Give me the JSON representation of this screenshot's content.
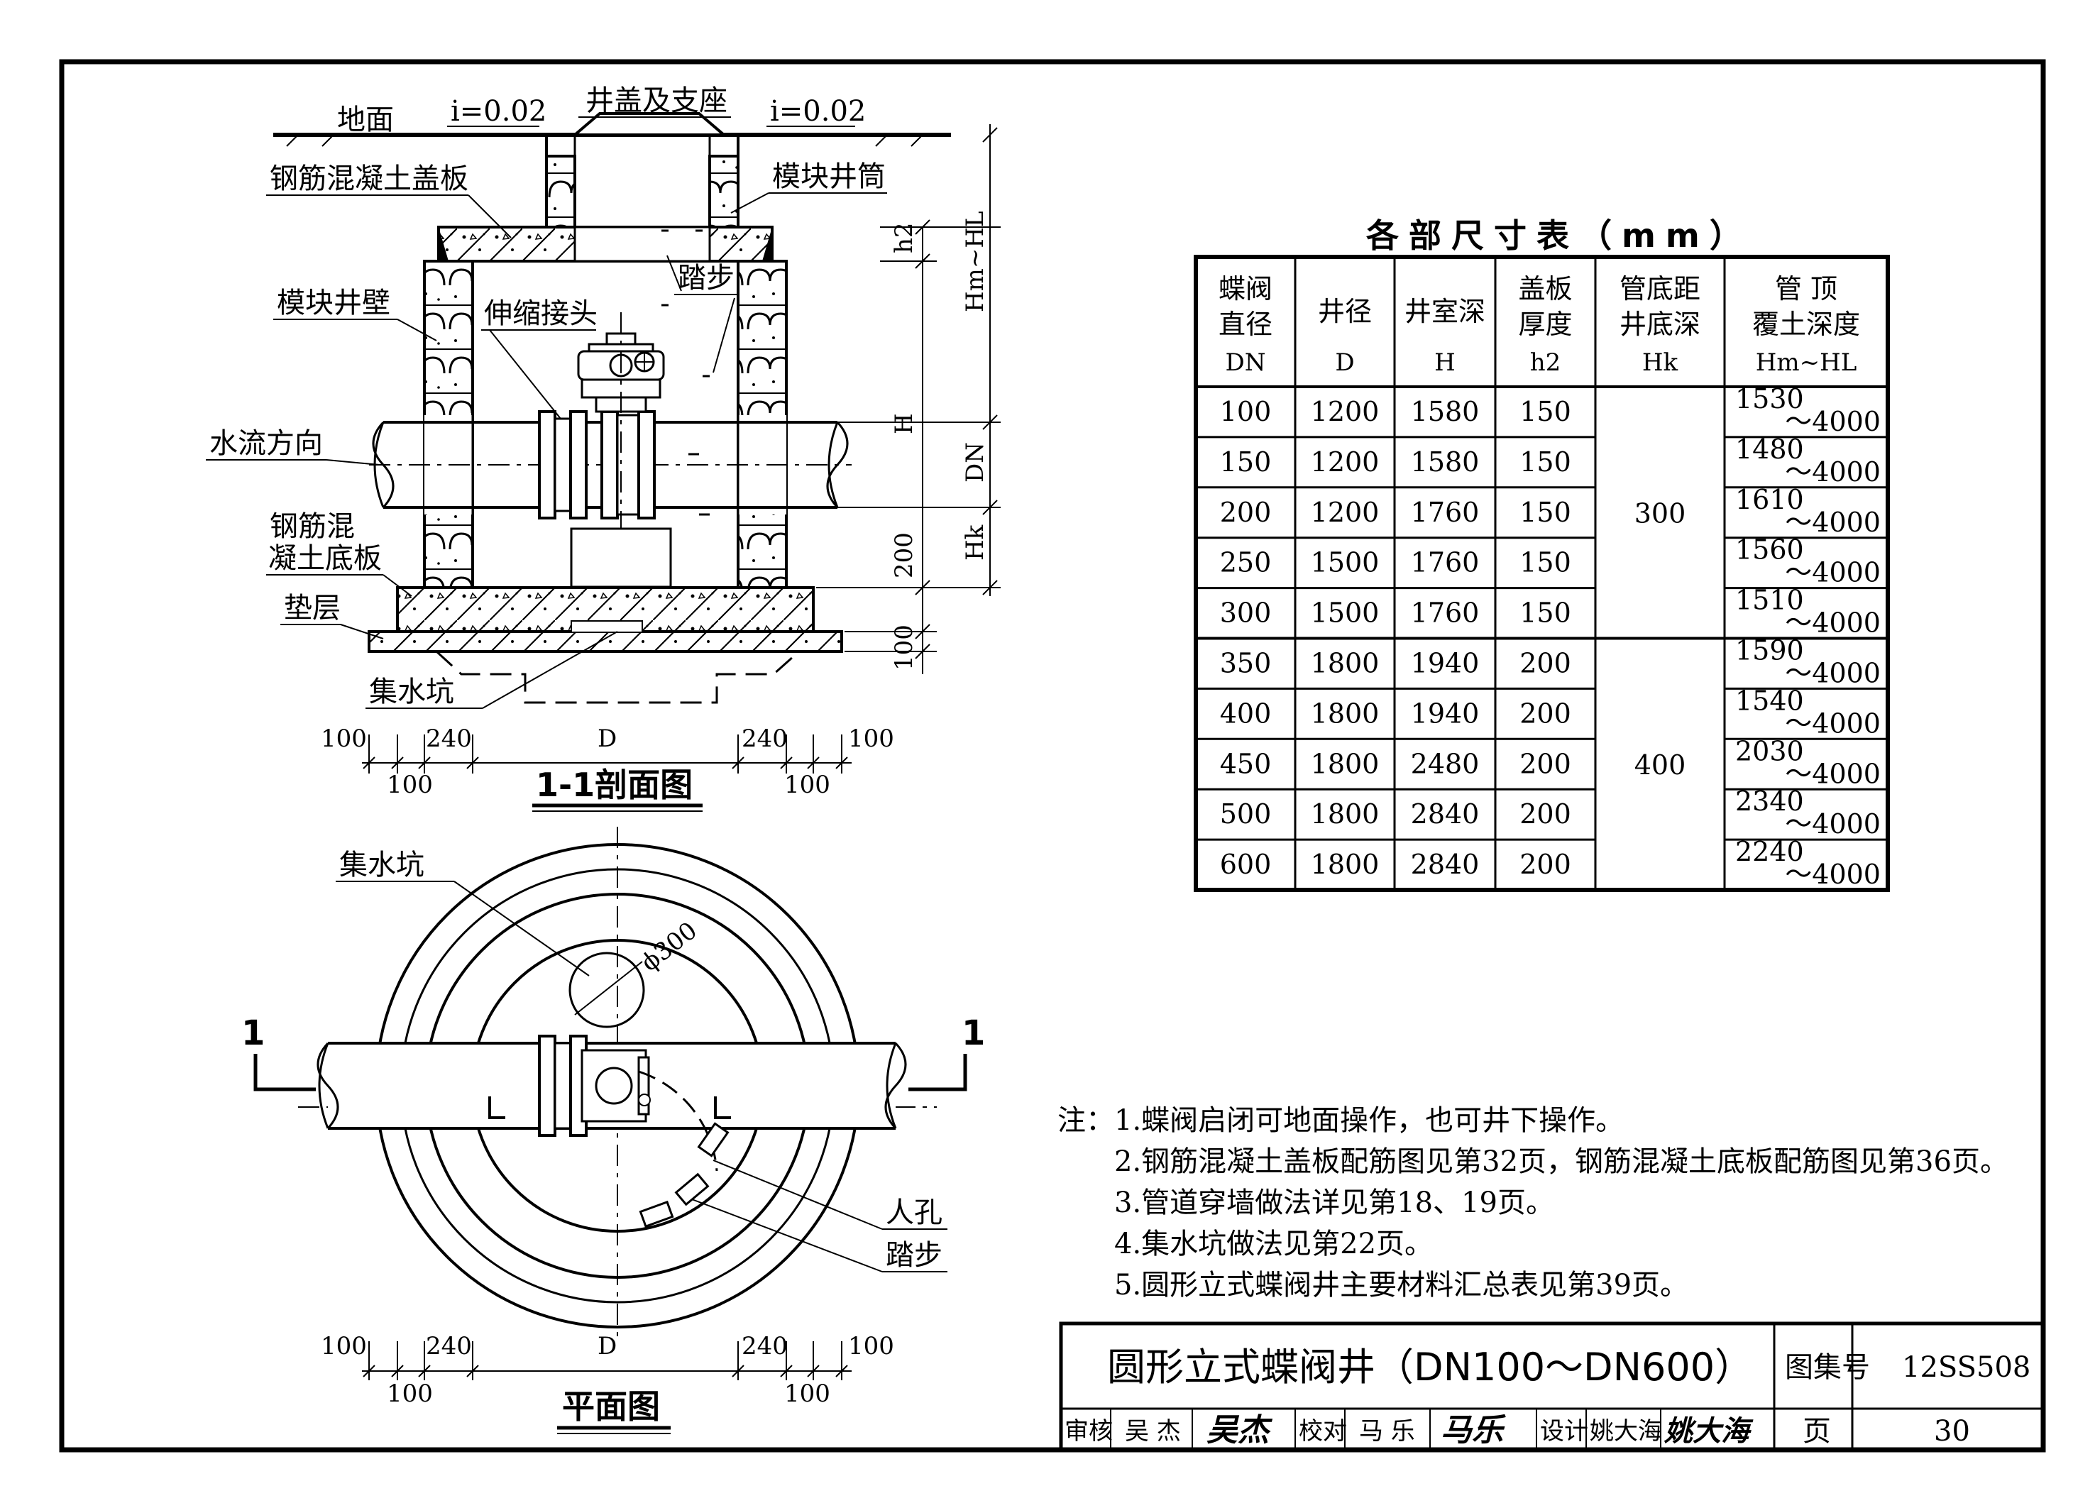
{
  "section": {
    "title": "1-1剖面图",
    "labels": {
      "ground": "地面",
      "slope_left": "i=0.02",
      "slope_right": "i=0.02",
      "cover_seat": "井盖及支座",
      "rc_cover": "钢筋混凝土盖板",
      "block_shaft": "模块井筒",
      "block_wall": "模块井壁",
      "expansion_joint": "伸缩接头",
      "step": "踏步",
      "flow_dir": "水流方向",
      "rc_base_1": "钢筋混",
      "rc_base_2": "凝土底板",
      "cushion": "垫层",
      "sump": "集水坑"
    },
    "vdims": {
      "h2": "h2",
      "hm_hl": "Hm~HL",
      "h": "H",
      "dn": "DN",
      "hk": "Hk",
      "d200": "200",
      "d100": "100"
    },
    "hdims": {
      "top": [
        "100",
        "240",
        "D",
        "240",
        "100"
      ],
      "bottom_left": "100",
      "bottom_right": "100"
    }
  },
  "plan": {
    "title": "平面图",
    "labels": {
      "sump": "集水坑",
      "phi": "ϕ300",
      "cut_left": "1",
      "cut_right": "1",
      "manhole": "人孔",
      "step": "踏步"
    },
    "hdims": {
      "top": [
        "100",
        "240",
        "D",
        "240",
        "100"
      ],
      "bottom_left": "100",
      "bottom_right": "100"
    }
  },
  "table": {
    "title": "各部尺寸表（mm）",
    "headers": [
      {
        "l1": "蝶阀",
        "l2": "直径",
        "l3": "DN"
      },
      {
        "l1": "",
        "l2": "井径",
        "l3": "D"
      },
      {
        "l1": "",
        "l2": "井室深",
        "l3": "H"
      },
      {
        "l1": "盖板",
        "l2": "厚度",
        "l3": "h2"
      },
      {
        "l1": "管底距",
        "l2": "井底深",
        "l3": "Hk"
      },
      {
        "l1": "管 顶",
        "l2": "覆土深度",
        "l3": "Hm~HL"
      }
    ],
    "rows": [
      {
        "dn": "100",
        "d": "1200",
        "h": "1580",
        "h2": "150",
        "c1": "1530",
        "c2": "～4000"
      },
      {
        "dn": "150",
        "d": "1200",
        "h": "1580",
        "h2": "150",
        "c1": "1480",
        "c2": "～4000"
      },
      {
        "dn": "200",
        "d": "1200",
        "h": "1760",
        "h2": "150",
        "c1": "1610",
        "c2": "～4000"
      },
      {
        "dn": "250",
        "d": "1500",
        "h": "1760",
        "h2": "150",
        "c1": "1560",
        "c2": "～4000"
      },
      {
        "dn": "300",
        "d": "1500",
        "h": "1760",
        "h2": "150",
        "c1": "1510",
        "c2": "～4000"
      },
      {
        "dn": "350",
        "d": "1800",
        "h": "1940",
        "h2": "200",
        "c1": "1590",
        "c2": "～4000"
      },
      {
        "dn": "400",
        "d": "1800",
        "h": "1940",
        "h2": "200",
        "c1": "1540",
        "c2": "～4000"
      },
      {
        "dn": "450",
        "d": "1800",
        "h": "2480",
        "h2": "200",
        "c1": "2030",
        "c2": "～4000"
      },
      {
        "dn": "500",
        "d": "1800",
        "h": "2840",
        "h2": "200",
        "c1": "2340",
        "c2": "～4000"
      },
      {
        "dn": "600",
        "d": "1800",
        "h": "2840",
        "h2": "200",
        "c1": "2240",
        "c2": "～4000"
      }
    ],
    "hk_groups": [
      "300",
      "400"
    ]
  },
  "notes": [
    "注：1.蝶阀启闭可地面操作，也可井下操作。",
    "2.钢筋混凝土盖板配筋图见第32页，钢筋混凝土底板配筋图见第36页。",
    "3.管道穿墙做法详见第18、19页。",
    "4.集水坑做法见第22页。",
    "5.圆形立式蝶阀井主要材料汇总表见第39页。"
  ],
  "title_block": {
    "drawing_title": "圆形立式蝶阀井（DN100～DN600）",
    "atlas_label": "图集号",
    "atlas_no": "12SS508",
    "review_label": "审核",
    "review_name": "吴 杰",
    "review_sign": "吴杰",
    "check_label": "校对",
    "check_name": "马 乐",
    "check_sign": "马乐",
    "design_label": "设计",
    "design_name": "姚大海",
    "design_sign": "姚大海",
    "page_label": "页",
    "page_no": "30"
  }
}
